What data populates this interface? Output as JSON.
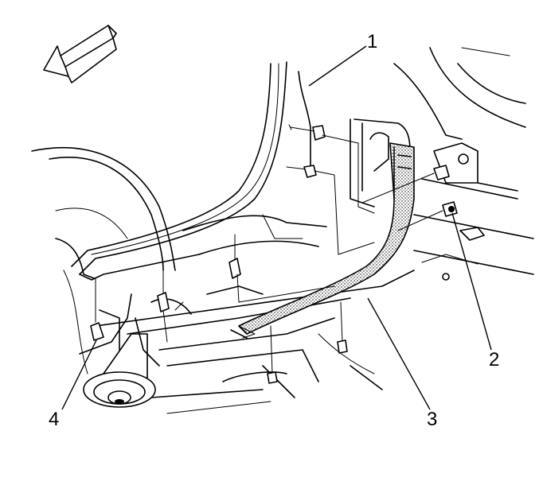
{
  "diagram": {
    "callouts": [
      {
        "id": "1",
        "label": "1"
      },
      {
        "id": "2",
        "label": "2"
      },
      {
        "id": "3",
        "label": "3"
      },
      {
        "id": "4",
        "label": "4"
      }
    ],
    "icons": [
      "front-direction-arrow-icon"
    ]
  }
}
